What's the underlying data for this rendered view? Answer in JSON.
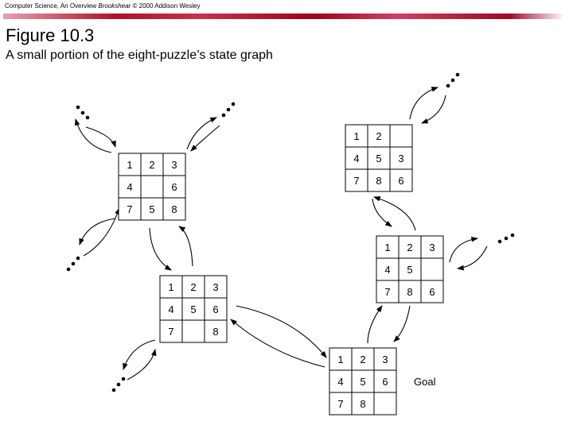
{
  "header": {
    "text": "Computer Science, An Overview ",
    "italic": "Brookshear",
    "rest": " © 2000 Addison Wesley"
  },
  "title": "Figure 10.3",
  "subtitle": "A small portion of the eight-puzzle’s state graph",
  "goal_label": "Goal",
  "puzzles": [
    {
      "id": "state-a",
      "tiles": [
        "1",
        "2",
        "3",
        "4",
        "",
        "6",
        "7",
        "5",
        "8"
      ]
    },
    {
      "id": "state-b",
      "tiles": [
        "1",
        "2",
        "3",
        "4",
        "5",
        "6",
        "7",
        "",
        "8"
      ]
    },
    {
      "id": "state-c",
      "tiles": [
        "1",
        "2",
        "",
        "4",
        "5",
        "3",
        "7",
        "8",
        "6"
      ]
    },
    {
      "id": "state-d",
      "tiles": [
        "1",
        "2",
        "3",
        "4",
        "5",
        "",
        "7",
        "8",
        "6"
      ]
    },
    {
      "id": "state-goal",
      "tiles": [
        "1",
        "2",
        "3",
        "4",
        "5",
        "6",
        "7",
        "8",
        ""
      ]
    }
  ]
}
